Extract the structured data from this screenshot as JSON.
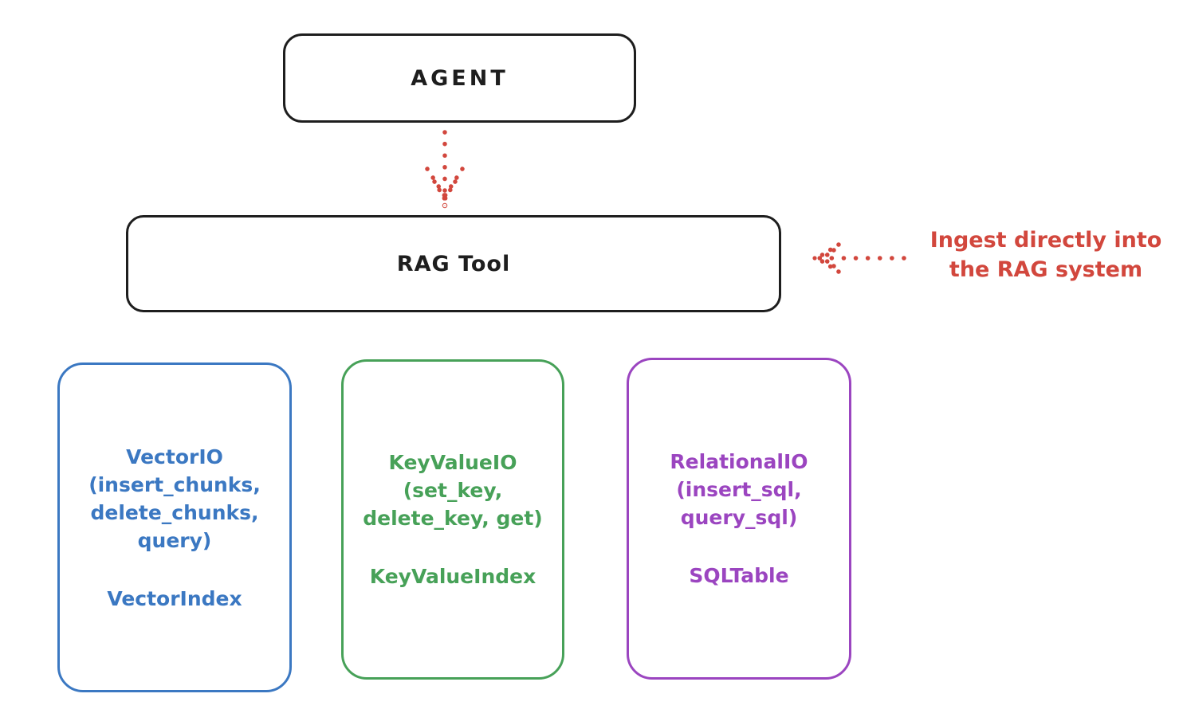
{
  "agent_box": {
    "label": "AGENT"
  },
  "rag_tool_box": {
    "label": "RAG Tool"
  },
  "ingest_annotation": {
    "text": "Ingest directly into\nthe RAG system"
  },
  "io_boxes": [
    {
      "methods": "VectorIO\n(insert_chunks,\ndelete_chunks,\nquery)",
      "index_label": "VectorIndex",
      "color": "#3b78c2"
    },
    {
      "methods": "KeyValueIO\n(set_key,\ndelete_key, get)",
      "index_label": "KeyValueIndex",
      "color": "#47a158"
    },
    {
      "methods": "RelationalIO\n(insert_sql,\nquery_sql)",
      "index_label": "SQLTable",
      "color": "#9b45c0"
    }
  ],
  "colors": {
    "box_stroke": "#1e1e1e",
    "arrow_red": "#d2473d",
    "background": "#ffffff"
  }
}
